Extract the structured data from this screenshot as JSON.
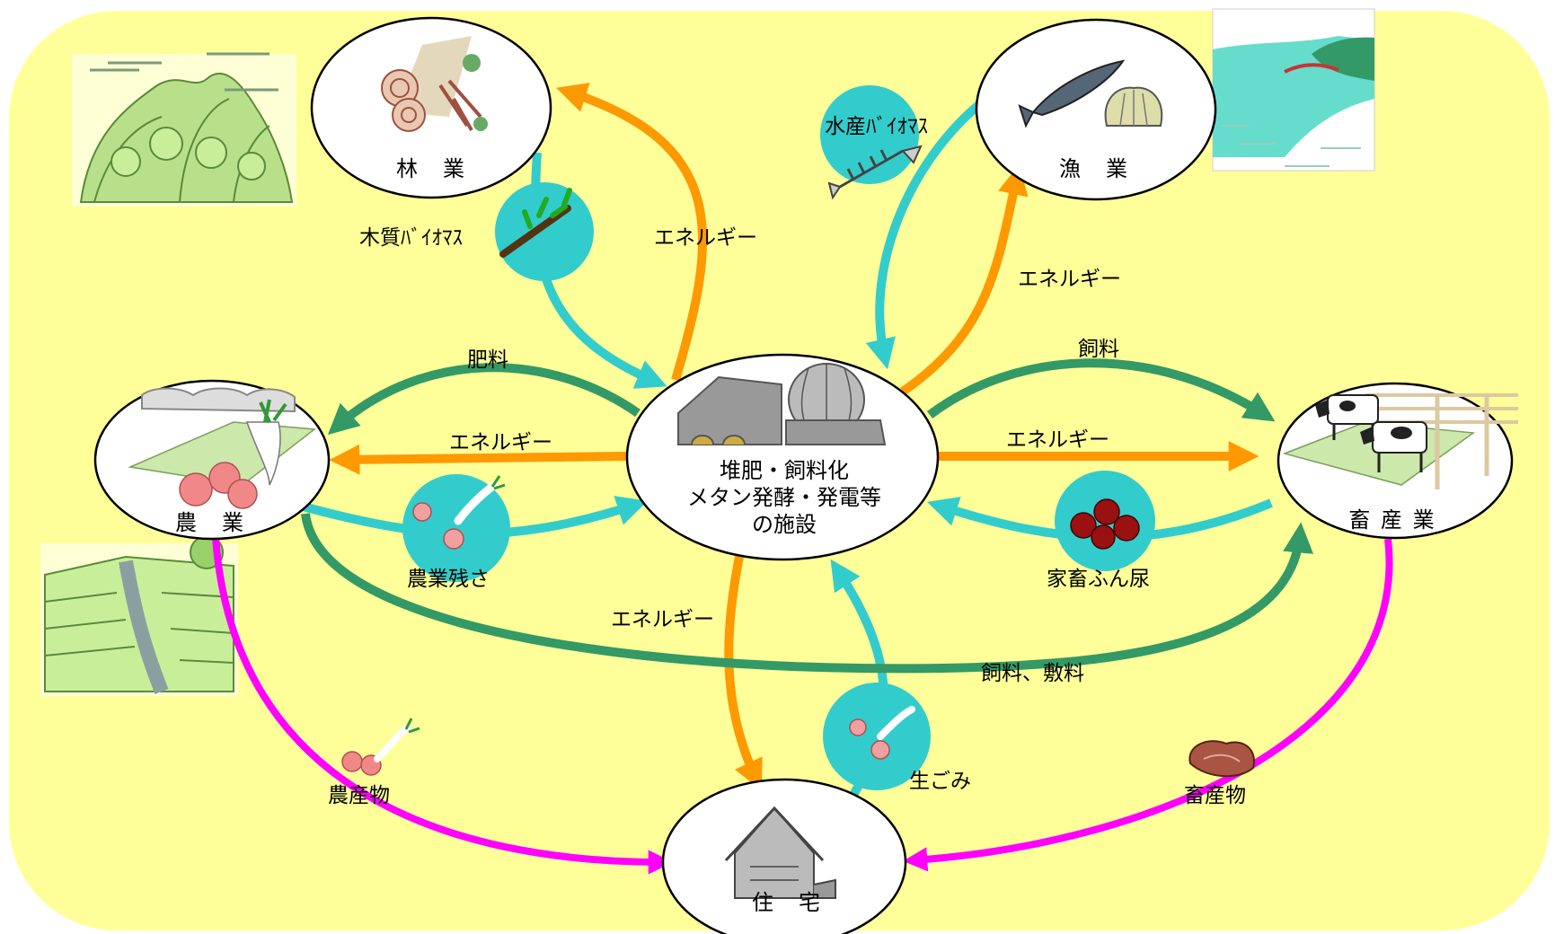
{
  "colors": {
    "background": "#ffff99",
    "energy": "#ff9900",
    "biomass": "#33cccc",
    "feed": "#339966",
    "product": "#ff00ff"
  },
  "nodes": {
    "forestry": "林　業",
    "fishery": "漁　業",
    "agriculture": "農　業",
    "livestock": "畜 産 業",
    "housing": "住　宅",
    "facility": [
      "堆肥・飼料化",
      "メタン発酵・発電等",
      "の施設"
    ]
  },
  "flows": {
    "wood_biomass": "木質ﾊﾞｲｵﾏｽ",
    "marine_biomass": "水産ﾊﾞｲｵﾏｽ",
    "energy_forestry": "エネルギー",
    "energy_fishery": "エネルギー",
    "fertilizer": "肥料",
    "energy_agriculture": "エネルギー",
    "feed": "飼料",
    "energy_livestock": "エネルギー",
    "crop_residue": "農業残さ",
    "manure": "家畜ふん尿",
    "energy_housing": "エネルギー",
    "feed_bedding": "飼料、敷料",
    "kitchen_waste": "生ごみ",
    "agri_products": "農産物",
    "livestock_products": "畜産物"
  },
  "icons": [
    "mountain-icon",
    "tree-branch-icon",
    "lumber-icon",
    "fish-icon",
    "shell-icon",
    "fish-bone-icon",
    "coast-icon",
    "greenhouse-icon",
    "vegetables-icon",
    "paddy-field-icon",
    "cow-icon",
    "manure-icon",
    "meat-icon",
    "house-icon",
    "biogas-plant-icon"
  ]
}
